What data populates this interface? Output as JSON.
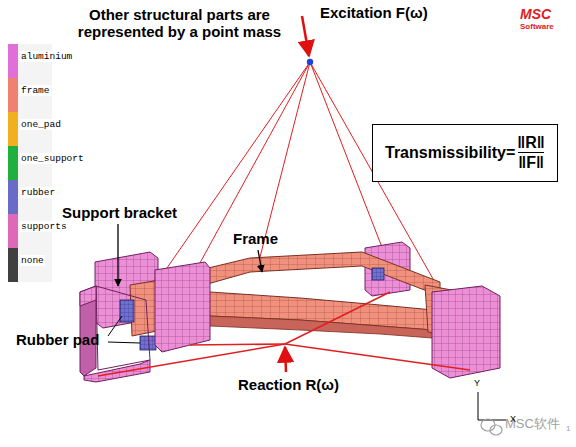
{
  "diagram": {
    "nodes": [
      {
        "text": [
          "Transmissibility=",
          "‖R‖",
          "‖F‖"
        ]
      }
    ],
    "labels": [
      "Other structural parts are represented by a point mass",
      "Excitation F(ω)",
      "Support bracket",
      "Frame",
      "Rubber pad",
      "Reaction R(ω)",
      "MSC",
      "Software",
      "MSC软件",
      "1",
      "Y",
      "X"
    ],
    "legend": [
      {
        "text": "aluminium",
        "color": "#e070d8"
      },
      {
        "text": "frame",
        "color": "#f08070"
      },
      {
        "text": "one_pad",
        "color": "#f0b020"
      },
      {
        "text": "one_support",
        "color": "#20b040"
      },
      {
        "text": "rubber",
        "color": "#6a6ac8"
      },
      {
        "text": "supports",
        "color": "#e068b8"
      },
      {
        "text": "none",
        "color": "#404040"
      }
    ]
  }
}
